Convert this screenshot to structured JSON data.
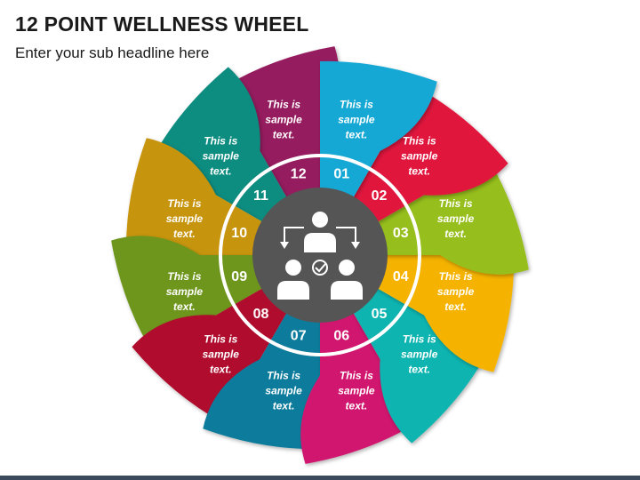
{
  "header": {
    "title": "12 POINT WELLNESS WHEEL",
    "subtitle": "Enter your sub headline here"
  },
  "segments": [
    {
      "number": "01",
      "text": [
        "This is",
        "sample",
        "text."
      ],
      "color": "#12A8D4"
    },
    {
      "number": "02",
      "text": [
        "This is",
        "sample",
        "text."
      ],
      "color": "#E0143C"
    },
    {
      "number": "03",
      "text": [
        "This is",
        "sample",
        "text."
      ],
      "color": "#96BE1E"
    },
    {
      "number": "04",
      "text": [
        "This is",
        "sample",
        "text."
      ],
      "color": "#F5B300"
    },
    {
      "number": "05",
      "text": [
        "This is",
        "sample",
        "text."
      ],
      "color": "#10B4B0"
    },
    {
      "number": "06",
      "text": [
        "This is",
        "sample",
        "text."
      ],
      "color": "#D0166E"
    },
    {
      "number": "07",
      "text": [
        "This is",
        "sample",
        "text."
      ],
      "color": "#0E7C9C"
    },
    {
      "number": "08",
      "text": [
        "This is",
        "sample",
        "text."
      ],
      "color": "#B0102E"
    },
    {
      "number": "09",
      "text": [
        "This is",
        "sample",
        "text."
      ],
      "color": "#6E961C"
    },
    {
      "number": "10",
      "text": [
        "This is",
        "sample",
        "text."
      ],
      "color": "#C7940A"
    },
    {
      "number": "11",
      "text": [
        "This is",
        "sample",
        "text."
      ],
      "color": "#0F8C80"
    },
    {
      "number": "12",
      "text": [
        "This is",
        "sample",
        "text."
      ],
      "color": "#951A5E"
    }
  ],
  "center": {
    "color": "#555555",
    "icon": "team-workflow-icon"
  },
  "colors": {
    "ring": "#ffffff",
    "bottom_bar": "#3b4a5c"
  }
}
